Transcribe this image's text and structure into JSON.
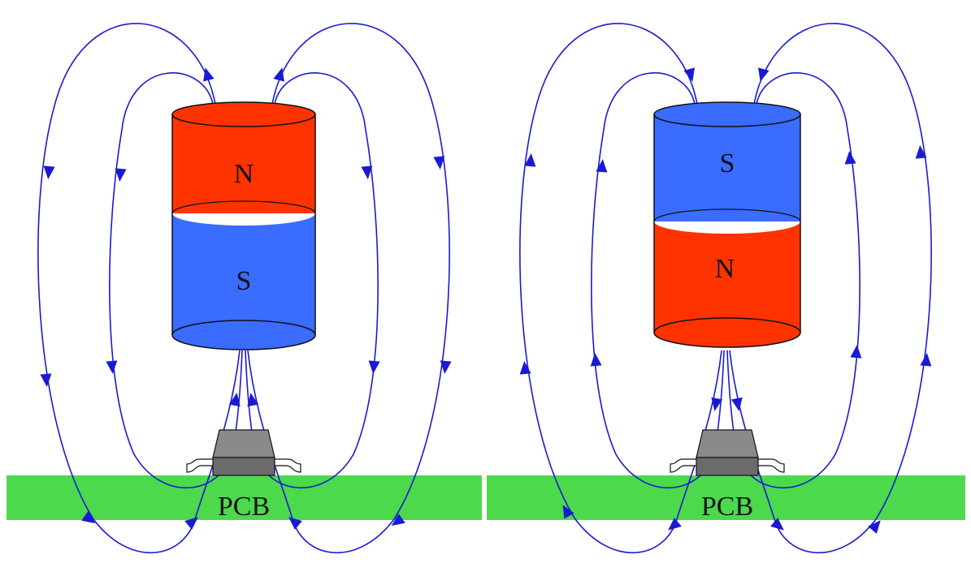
{
  "colors": {
    "north": "#ff3300",
    "south": "#3a6cff",
    "pcb": "#4cd94c",
    "field": "#1a1ad6",
    "sensor_body": "#6b6b6b",
    "sensor_top": "#8a8a8a"
  },
  "panels": [
    {
      "top_pole": "N",
      "bottom_pole": "S",
      "board_label": "PCB",
      "field_direction": "down-outside"
    },
    {
      "top_pole": "S",
      "bottom_pole": "N",
      "board_label": "PCB",
      "field_direction": "up-outside"
    }
  ]
}
